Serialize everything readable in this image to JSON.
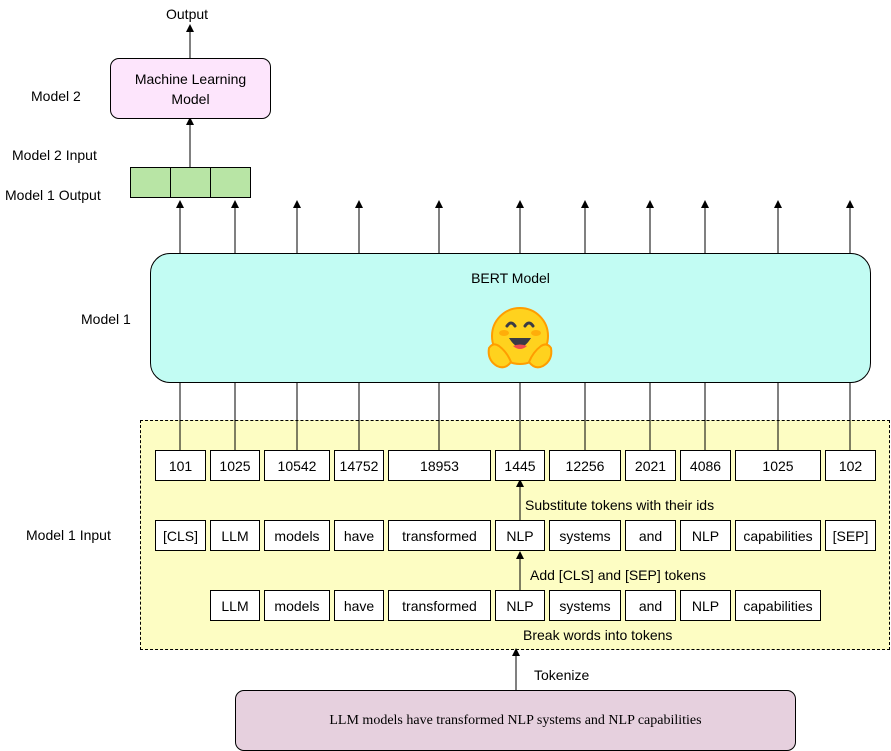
{
  "output_label": "Output",
  "model2": {
    "side_label": "Model 2",
    "box_text": "Machine Learning Model"
  },
  "model2_input_label": "Model 2 Input",
  "model1_output_label": "Model 1 Output",
  "model1": {
    "side_label": "Model 1",
    "title": "BERT Model",
    "emoji": "🤗"
  },
  "model1_input_label": "Model 1 Input",
  "rows": {
    "ids": [
      "101",
      "1025",
      "10542",
      "14752",
      "18953",
      "1445",
      "12256",
      "2021",
      "4086",
      "1025",
      "102"
    ],
    "tokens_with_special": [
      "[CLS]",
      "LLM",
      "models",
      "have",
      "transformed",
      "NLP",
      "systems",
      "and",
      "NLP",
      "capabilities",
      "[SEP]"
    ],
    "tokens": [
      "LLM",
      "models",
      "have",
      "transformed",
      "NLP",
      "systems",
      "and",
      "NLP",
      "capabilities"
    ]
  },
  "steps": {
    "substitute": "Substitute tokens with their ids",
    "add_special": "Add [CLS] and [SEP] tokens",
    "break_words": "Break words into tokens",
    "tokenize": "Tokenize"
  },
  "sentence": "LLM models have transformed NLP systems and NLP capabilities",
  "colors": {
    "ml_box": "#fde5fc",
    "bert_box": "#c2fcf3",
    "input_region": "#fdfdc3",
    "output_cells": "#b8e5a5",
    "sentence_box": "#e6d0de"
  }
}
